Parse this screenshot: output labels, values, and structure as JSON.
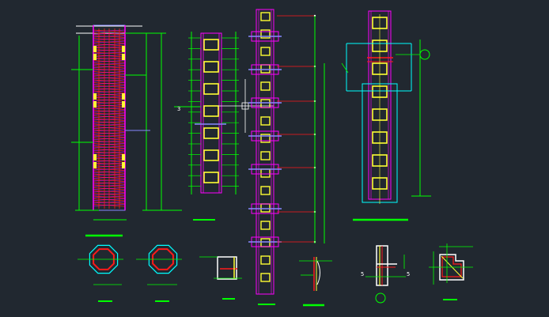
{
  "canvas": {
    "background": "#212830"
  },
  "colors": {
    "concrete": "#ff00ff",
    "rebar": "#ff1a1a",
    "stirrup": "#ffff33",
    "dimension": "#00ff00",
    "outline": "#ffffff",
    "section": "#00ffff",
    "accent": "#8888ff"
  },
  "labels": {
    "section_marker_left": "3",
    "detail_marker_a": "5",
    "detail_marker_b": "5"
  },
  "icons": {
    "crosshair": "crosshair-cursor-icon",
    "circle_marker": "circle-marker-icon"
  }
}
